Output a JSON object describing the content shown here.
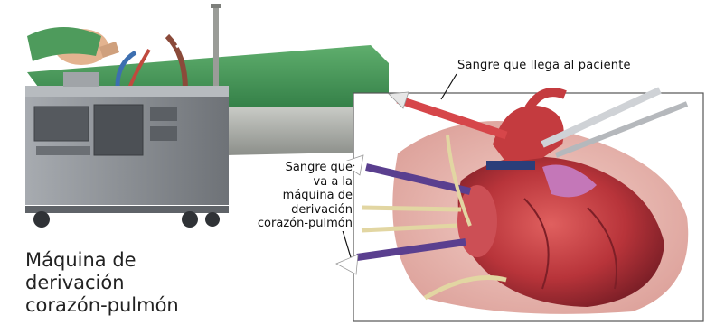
{
  "title": {
    "lines": [
      "Máquina de",
      "derivación",
      "corazón-pulmón"
    ]
  },
  "callouts": {
    "blood_to_patient": "Sangre que llega al paciente",
    "blood_to_machine_lines": [
      "Sangre que",
      "va a la",
      "máquina de",
      "derivación",
      "corazón-pulmón"
    ]
  },
  "colors": {
    "drape_green": "#3f8f52",
    "machine_gray": "#8a8e93",
    "heart_red": "#b8343a",
    "tissue_pink": "#e9b3ad",
    "tube_blue": "#3d5fa8",
    "tube_purple": "#5a3f8f"
  }
}
